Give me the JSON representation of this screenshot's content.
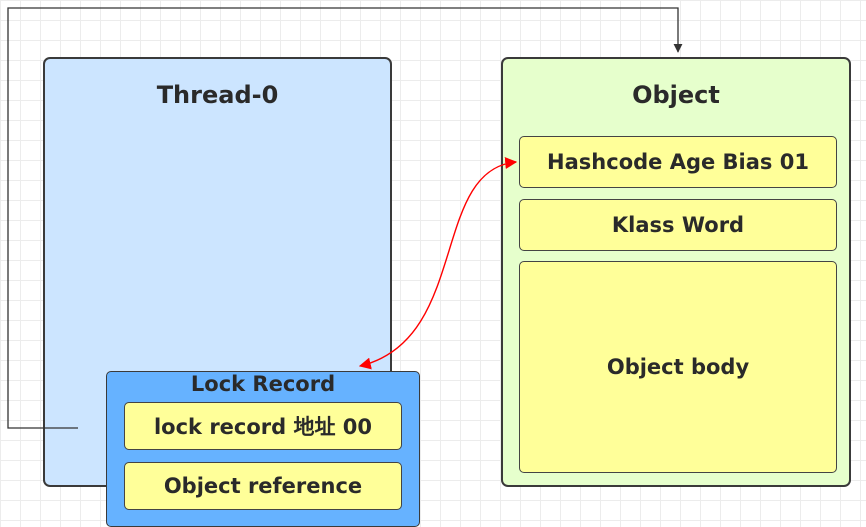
{
  "thread": {
    "title": "Thread-0",
    "lock_record": {
      "title": "Lock Record",
      "address_field": "lock  record 地址 00",
      "object_reference": "Object reference"
    }
  },
  "object": {
    "title": "Object",
    "mark_word": "Hashcode Age Bias 01",
    "klass_word": "Klass Word",
    "body": "Object body"
  },
  "colors": {
    "thread_fill": "#cce5ff",
    "lock_record_fill": "#66b2ff",
    "object_fill": "#e6ffcc",
    "cell_fill": "#ffff99",
    "reference_arrow": "#333333",
    "cas_arrow": "#ff0000"
  }
}
